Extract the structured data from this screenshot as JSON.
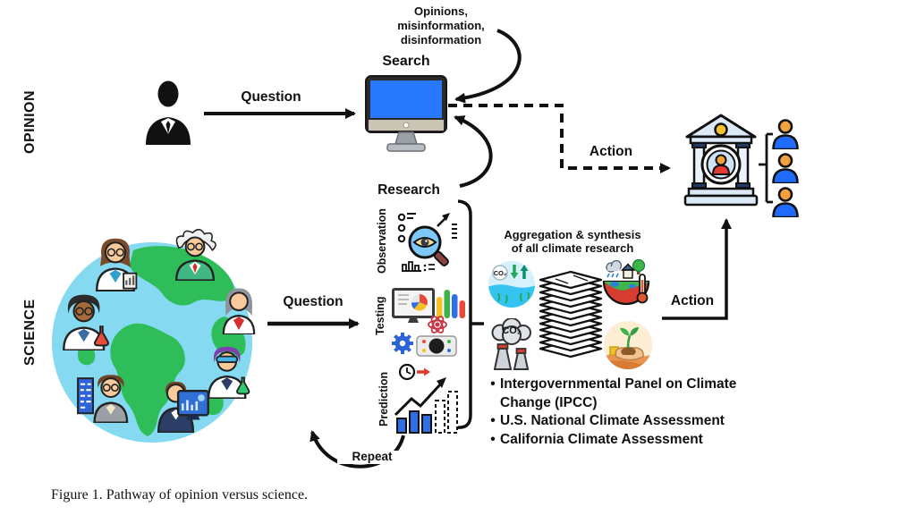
{
  "figure": {
    "caption": "Figure 1. Pathway of opinion versus science."
  },
  "opinion": {
    "row_label": "OPINION",
    "question_label": "Question",
    "search_label": "Search",
    "misinformation_lines": [
      "Opinions,",
      "misinformation,",
      "disinformation"
    ],
    "research_label": "Research",
    "action_label": "Action"
  },
  "science": {
    "row_label": "SCIENCE",
    "question_label": "Question",
    "steps": [
      {
        "label": "Observation"
      },
      {
        "label": "Testing"
      },
      {
        "label": "Prediction"
      }
    ],
    "repeat_label": "Repeat",
    "aggregation_title_lines": [
      "Aggregation & synthesis",
      "of all climate research"
    ],
    "bullet_char": "•",
    "assessments": [
      "Intergovernmental Panel on Climate Change (IPCC)",
      "U.S. National Climate Assessment",
      "California Climate Assessment"
    ],
    "action_label": "Action"
  },
  "icons": {
    "person-silhouette-icon": "black businessperson silhouette",
    "desktop-computer-icon": "monitor with blue screen",
    "government-building-icon": "institution building with person emblem",
    "citizen-icon": "person with orange head and blue body",
    "earth-icon": "globe surrounded by scientists",
    "observation-icon": "magnifying glass with eye, chart and trend arrow",
    "testing-icon": "monitor with pie chart, bars, atom and gear",
    "prediction-icon": "bar chart with dashed forecast bars, trend arrow and clock",
    "carbon-cycle-icon": "CO2 exchange arrows over ocean",
    "paper-stack-icon": "stack of research papers",
    "climate-impacts-icon": "half green half red globe with thermometer",
    "co2-emissions-icon": "factory chimneys with CO2 cloud",
    "soil-plant-icon": "hand planting a seedling in soil"
  },
  "colors": {
    "arrow": "#111111",
    "monitor_screen": "#2979ff",
    "earth_water": "#85daf2",
    "earth_land": "#2ebd59",
    "citizen_body": "#1f6bff",
    "citizen_head": "#f2a23c",
    "building_fill": "#dbe9f8",
    "bar_blue": "#2e6fe8",
    "bar_green": "#3bb54a",
    "bar_yellow": "#f6c026",
    "bar_red": "#e64a3c"
  }
}
